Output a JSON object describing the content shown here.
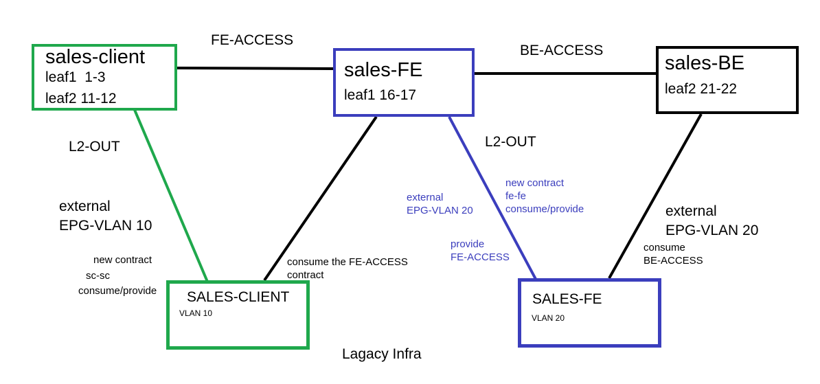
{
  "colors": {
    "green": "#1fa84c",
    "blue": "#3b3ebd",
    "black": "#000000"
  },
  "nodes": {
    "sales_client": {
      "title": "sales-client",
      "line1": "leaf1  1-3",
      "line2": "leaf2 11-12"
    },
    "sales_fe": {
      "title": "sales-FE",
      "line1": "leaf1 16-17"
    },
    "sales_be": {
      "title": "sales-BE",
      "line1": "leaf2 21-22"
    },
    "legacy_client": {
      "title": "SALES-CLIENT",
      "vlan": "VLAN 10"
    },
    "legacy_fe": {
      "title": "SALES-FE",
      "vlan": "VLAN 20"
    }
  },
  "labels": {
    "fe_access": "FE-ACCESS",
    "be_access": "BE-ACCESS",
    "l2out_left": "L2-OUT",
    "l2out_right": "L2-OUT",
    "ext_left_1": "external",
    "ext_left_2": "EPG-VLAN 10",
    "nc_left_1": "new contract",
    "nc_left_2": "sc-sc",
    "nc_left_3": "consume/provide",
    "consume_fe_1": "consume the FE-ACCESS",
    "consume_fe_2": "contract",
    "ext_mid_1": "external",
    "ext_mid_2": "EPG-VLAN 20",
    "nc_right_1": "new contract",
    "nc_right_2": "fe-fe",
    "nc_right_3": "consume/provide",
    "provide_1": "provide",
    "provide_2": "FE-ACCESS",
    "ext_right_1": "external",
    "ext_right_2": "EPG-VLAN 20",
    "consume_be_1": "consume",
    "consume_be_2": "BE-ACCESS",
    "legacy": "Lagacy Infra"
  }
}
